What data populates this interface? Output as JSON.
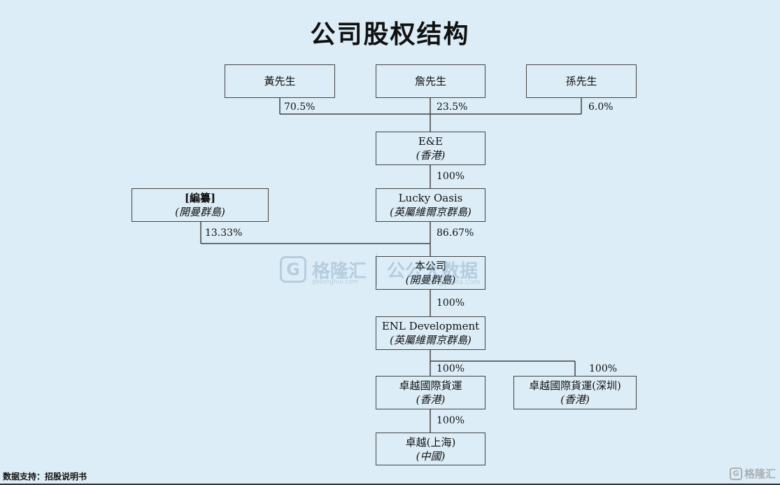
{
  "title": "公司股权结构",
  "footer": "数据支持：招股说明书",
  "watermark": {
    "logo_letter": "G",
    "name": "格隆汇",
    "url": "gelonghui.com",
    "name2": "公公大数据",
    "url2": "www.ggdata.com"
  },
  "corner_logo": {
    "letter": "G",
    "name": "格隆汇"
  },
  "nodes": {
    "huang": {
      "name": "黃先生"
    },
    "zhan": {
      "name": "詹先生"
    },
    "sun": {
      "name": "孫先生"
    },
    "ee": {
      "name": "E&E",
      "place": "(香港)"
    },
    "trustee": {
      "name": "[編纂]",
      "place": "(開曼群島)"
    },
    "lucky": {
      "name": "Lucky Oasis",
      "place": "(英屬維爾京群島)"
    },
    "company": {
      "name": "本公司",
      "place": "(開曼群島)"
    },
    "enl": {
      "name": "ENL Development",
      "place": "(英屬維爾京群島)"
    },
    "hk": {
      "name": "卓越國際貨運",
      "place": "(香港)"
    },
    "sz": {
      "name": "卓越國際貨運(深圳)",
      "place": "(香港)"
    },
    "sh": {
      "name": "卓越(上海)",
      "place": "(中國)"
    }
  },
  "edges": {
    "huang_ee": "70.5%",
    "zhan_ee": "23.5%",
    "sun_ee": "6.0%",
    "ee_lucky": "100%",
    "trustee_company": "13.33%",
    "lucky_company": "86.67%",
    "company_enl": "100%",
    "enl_hk": "100%",
    "enl_sz": "100%",
    "hk_sh": "100%"
  }
}
